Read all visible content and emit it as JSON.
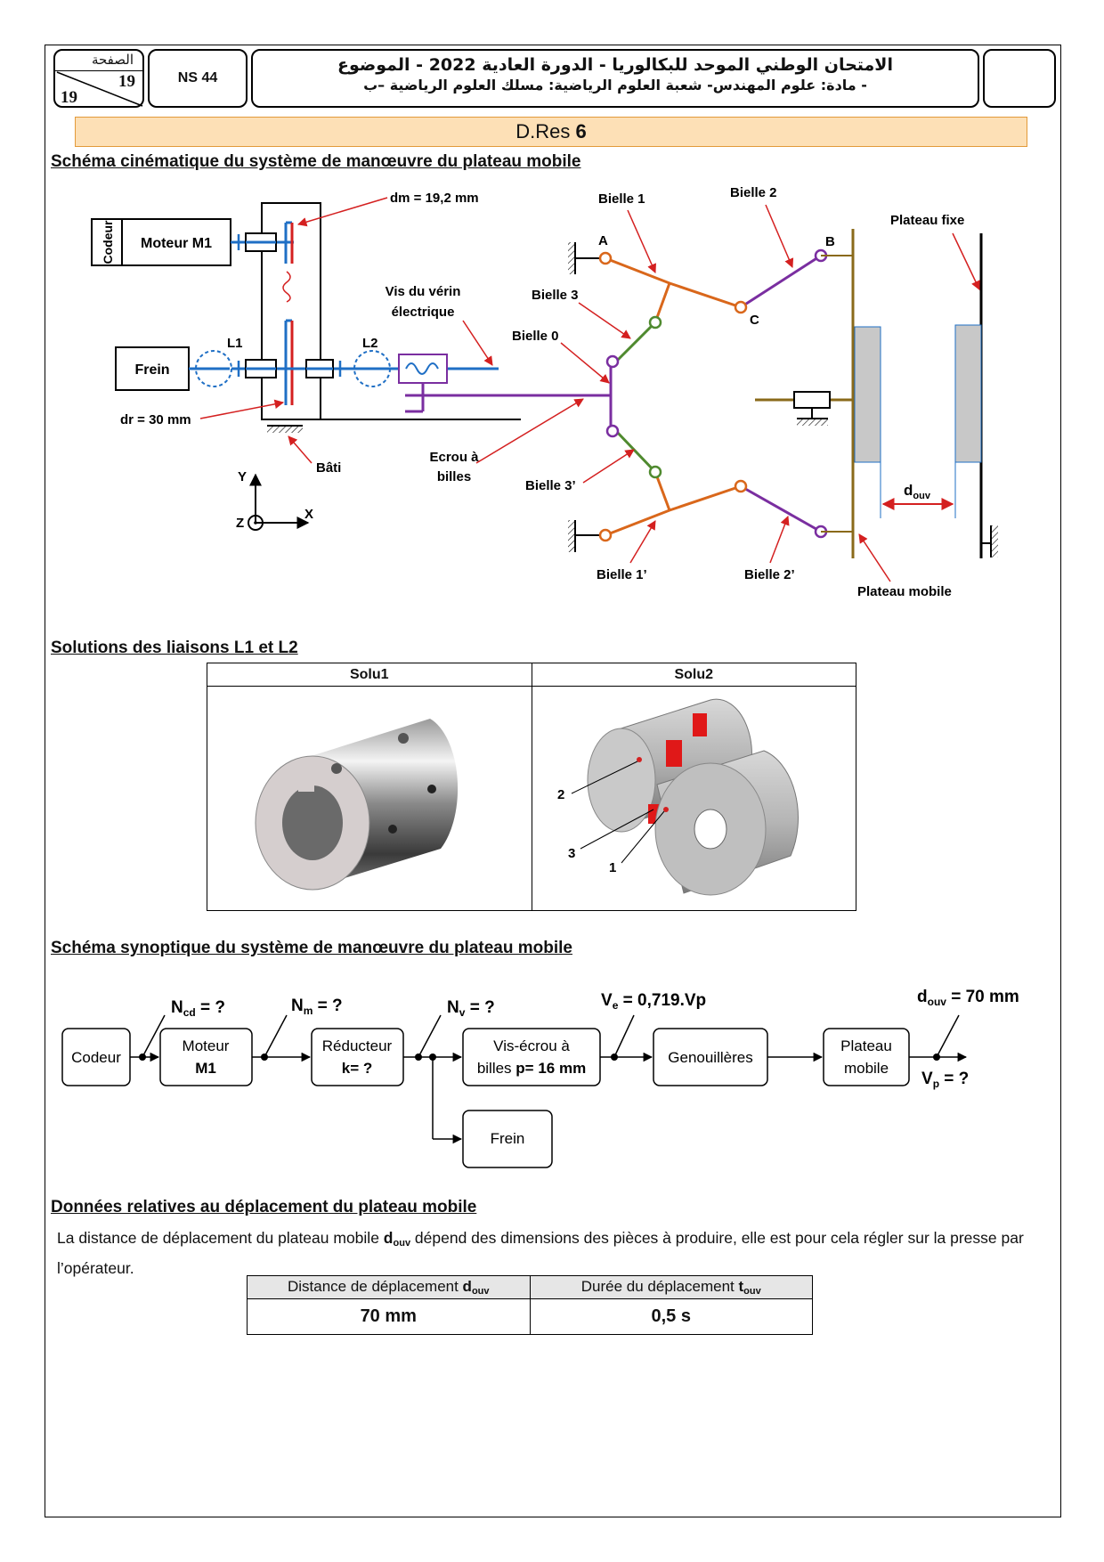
{
  "header": {
    "page_label": "الصفحة",
    "page_current": "19",
    "page_total": "19",
    "code": "NS 44",
    "title_line1": "الامتحان الوطني الموحد للبكالوريا - الدورة العادية 2022 - الموضوع",
    "title_line2": "- مادة: علوم المهندس- شعبة العلوم الرياضية: مسلك العلوم الرياضية –ب"
  },
  "doc_banner": {
    "label": "D.Res",
    "number": "6"
  },
  "section1": {
    "title": "Schéma cinématique du système de manœuvre du plateau mobile",
    "labels": {
      "codeur": "Codeur",
      "moteur": "Moteur M1",
      "frein": "Frein",
      "l1": "L1",
      "l2": "L2",
      "dm": "dm = 19,2 mm",
      "dr": "dr = 30 mm",
      "bati": "Bâti",
      "vis_line1": "Vis du vérin",
      "vis_line2": "électrique",
      "ecrou_line1": "Ecrou à",
      "ecrou_line2": "billes",
      "bielle0": "Bielle 0",
      "bielle1": "Bielle 1",
      "bielle2": "Bielle 2",
      "bielle3": "Bielle 3",
      "bielle1p": "Bielle 1’",
      "bielle2p": "Bielle 2’",
      "bielle3p": "Bielle 3’",
      "plateau_fixe": "Plateau fixe",
      "plateau_mobile": "Plateau mobile",
      "pt_a": "A",
      "pt_b": "B",
      "pt_c": "C",
      "d_ouv": "d",
      "d_ouv_sub": "ouv",
      "axis_x": "X",
      "axis_y": "Y",
      "axis_z": "Z"
    }
  },
  "section2": {
    "title": "Solutions des liaisons L1 et L2",
    "col1": "Solu1",
    "col2": "Solu2",
    "parts": [
      "1",
      "2",
      "3"
    ]
  },
  "section3": {
    "title": "Schéma synoptique du système de manœuvre du plateau mobile",
    "blocks": {
      "codeur": "Codeur",
      "moteur_l1": "Moteur",
      "moteur_l2": "M1",
      "reducteur_l1": "Réducteur",
      "reducteur_l2": "k= ?",
      "vis_l1": "Vis-écrou à",
      "vis_l2a": "billes ",
      "vis_l2b": "p= 16 mm",
      "genouilleres": "Genouillères",
      "plateau_l1": "Plateau",
      "plateau_l2": "mobile",
      "frein": "Frein"
    },
    "signals": {
      "ncd": "N",
      "ncd_sub": "cd",
      "ncd_rest": " = ?",
      "nm": "N",
      "nm_sub": "m",
      "nm_rest": " = ?",
      "nv": "N",
      "nv_sub": "v",
      "nv_rest": " = ?",
      "ve": "V",
      "ve_sub": "e",
      "ve_rest": " = 0,719.Vp",
      "douv": "d",
      "douv_sub": "ouv",
      "douv_rest": " = 70 mm",
      "vp": "V",
      "vp_sub": "p",
      "vp_rest": " = ?"
    }
  },
  "section4": {
    "title": "Données relatives au déplacement du plateau mobile",
    "para_a": "La distance de déplacement du plateau mobile ",
    "para_b": "d",
    "para_b_sub": "ouv",
    "para_c": " dépend des dimensions des pièces à produire, elle est pour cela régler sur la presse par l’opérateur.",
    "table": {
      "h1": "Distance de déplacement ",
      "h1_b": "d",
      "h1_sub": "ouv",
      "h2": "Durée du déplacement ",
      "h2_b": "t",
      "h2_sub": "ouv",
      "v1": "70 mm",
      "v2": "0,5 s"
    }
  },
  "colors": {
    "blue": "#1f6fc5",
    "red": "#d42020",
    "purple": "#7a2ea0",
    "orange": "#d9671b",
    "green": "#4f8a2f",
    "olive": "#8a6a1a",
    "banner_bg": "#fde0b6",
    "banner_border": "#e29a3a",
    "table_head_bg": "#e6e6e6"
  }
}
